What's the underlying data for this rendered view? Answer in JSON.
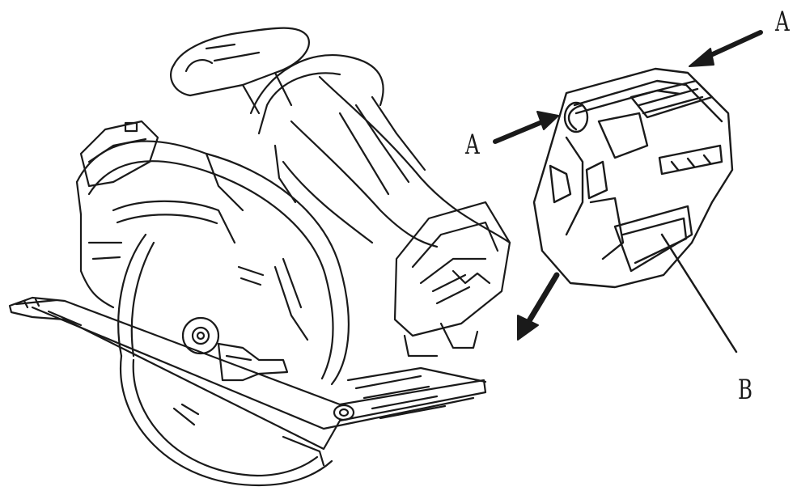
{
  "labels": {
    "a_top": "A",
    "a_left": "A",
    "b": "B"
  },
  "colors": {
    "ink": "#1a1a1a",
    "paper": "#ffffff"
  }
}
